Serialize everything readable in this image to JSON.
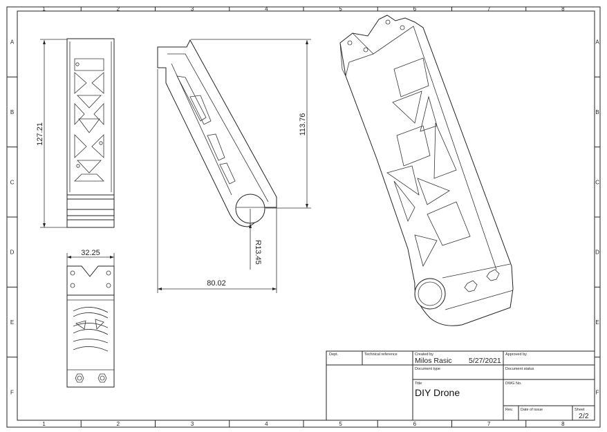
{
  "zones": {
    "columns": [
      "1",
      "2",
      "3",
      "4",
      "5",
      "6",
      "7",
      "8"
    ],
    "rows": [
      "A",
      "B",
      "C",
      "D",
      "E",
      "F"
    ]
  },
  "dimensions": {
    "front_height": "127.21",
    "top_width": "32.25",
    "side_height": "113.76",
    "side_length": "80.02",
    "clamp_radius": "R13.45"
  },
  "title_block": {
    "dept_label": "Dept.",
    "tech_ref_label": "Technical reference",
    "created_by_label": "Created by",
    "created_by_value": "Milos Rasic",
    "date_value": "5/27/2021",
    "approved_by_label": "Approved by",
    "doc_type_label": "Document type",
    "doc_status_label": "Document status",
    "title_label": "Title",
    "title_value": "DIY Drone",
    "dwg_no_label": "DWG No.",
    "rev_label": "Rev.",
    "date_issue_label": "Date of issue",
    "sheet_label": "Sheet",
    "sheet_value": "2/2"
  }
}
